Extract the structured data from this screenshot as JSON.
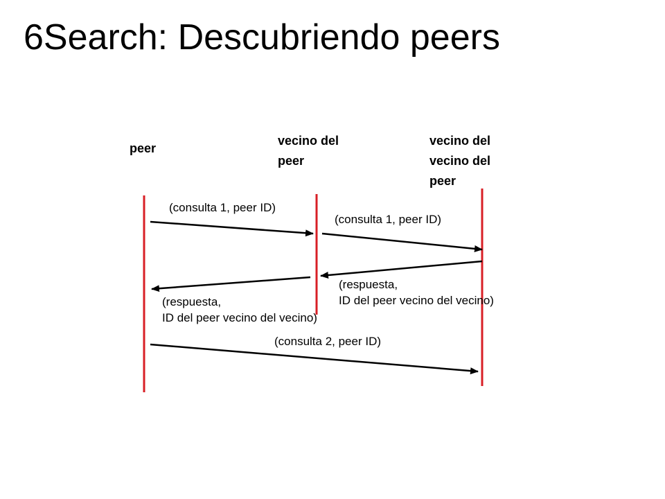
{
  "title": "6Search: Descubriendo peers",
  "colors": {
    "lifeline": "#d81f26",
    "arrow": "#000000",
    "text": "#000000",
    "background": "#ffffff"
  },
  "participants": [
    {
      "lines": [
        "peer"
      ]
    },
    {
      "lines": [
        "vecino del",
        "peer"
      ]
    },
    {
      "lines": [
        "vecino del",
        "vecino del",
        "peer"
      ]
    }
  ],
  "messages": [
    {
      "from": "peer",
      "to": "vecino del peer",
      "lines": [
        "(consulta 1, peer ID)"
      ]
    },
    {
      "from": "vecino del peer",
      "to": "vecino del vecino del peer",
      "lines": [
        "(consulta 1, peer ID)"
      ]
    },
    {
      "from": "vecino del vecino del peer",
      "to": "vecino del peer",
      "lines": [
        "(respuesta,",
        "ID del peer vecino del vecino)"
      ]
    },
    {
      "from": "vecino del peer",
      "to": "peer",
      "lines": [
        "(respuesta,",
        "ID del peer vecino del vecino)"
      ]
    },
    {
      "from": "peer",
      "to": "vecino del vecino del peer",
      "lines": [
        "(consulta 2, peer ID)"
      ]
    }
  ]
}
